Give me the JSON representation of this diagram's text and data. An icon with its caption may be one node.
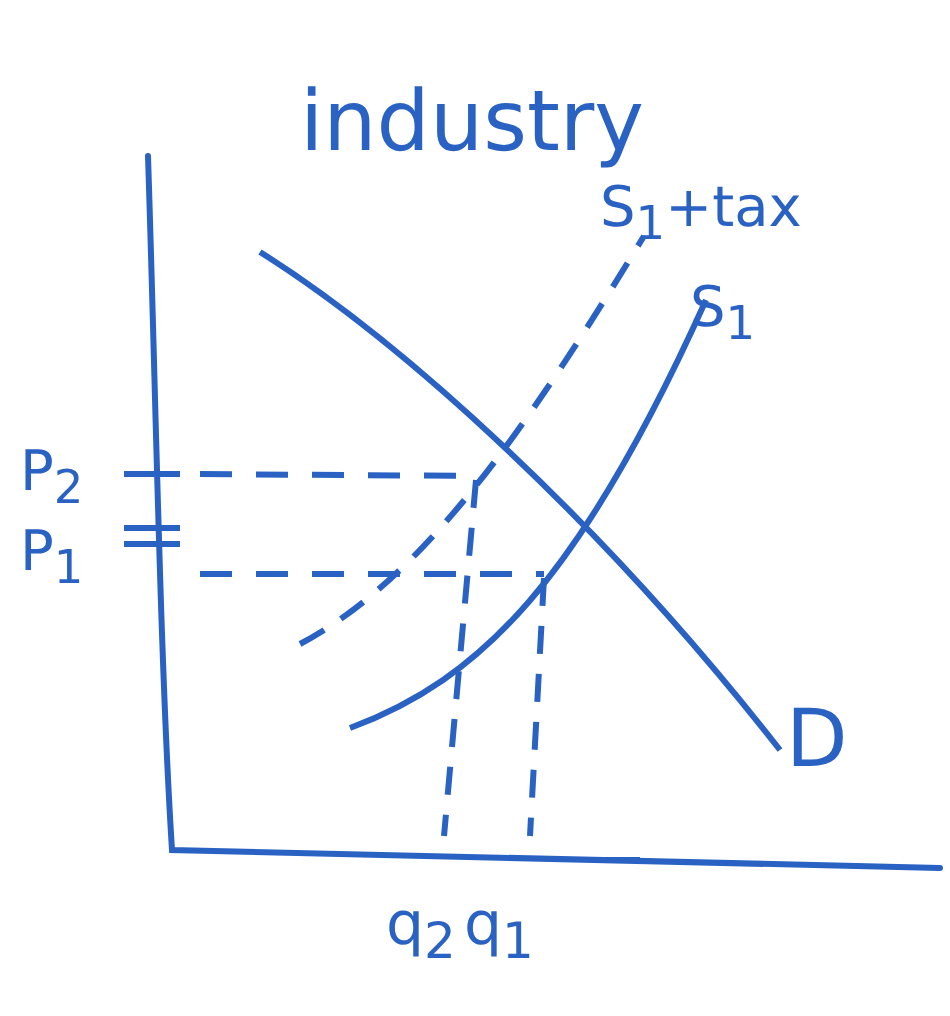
{
  "diagram": {
    "title": "industry",
    "labels": [
      "S$_{1}$+tax",
      "S$_{1}$",
      "P$_{2}$",
      "P$_{1}$",
      "D",
      "q$_{2}$",
      "q$_{1}$"
    ]
  }
}
